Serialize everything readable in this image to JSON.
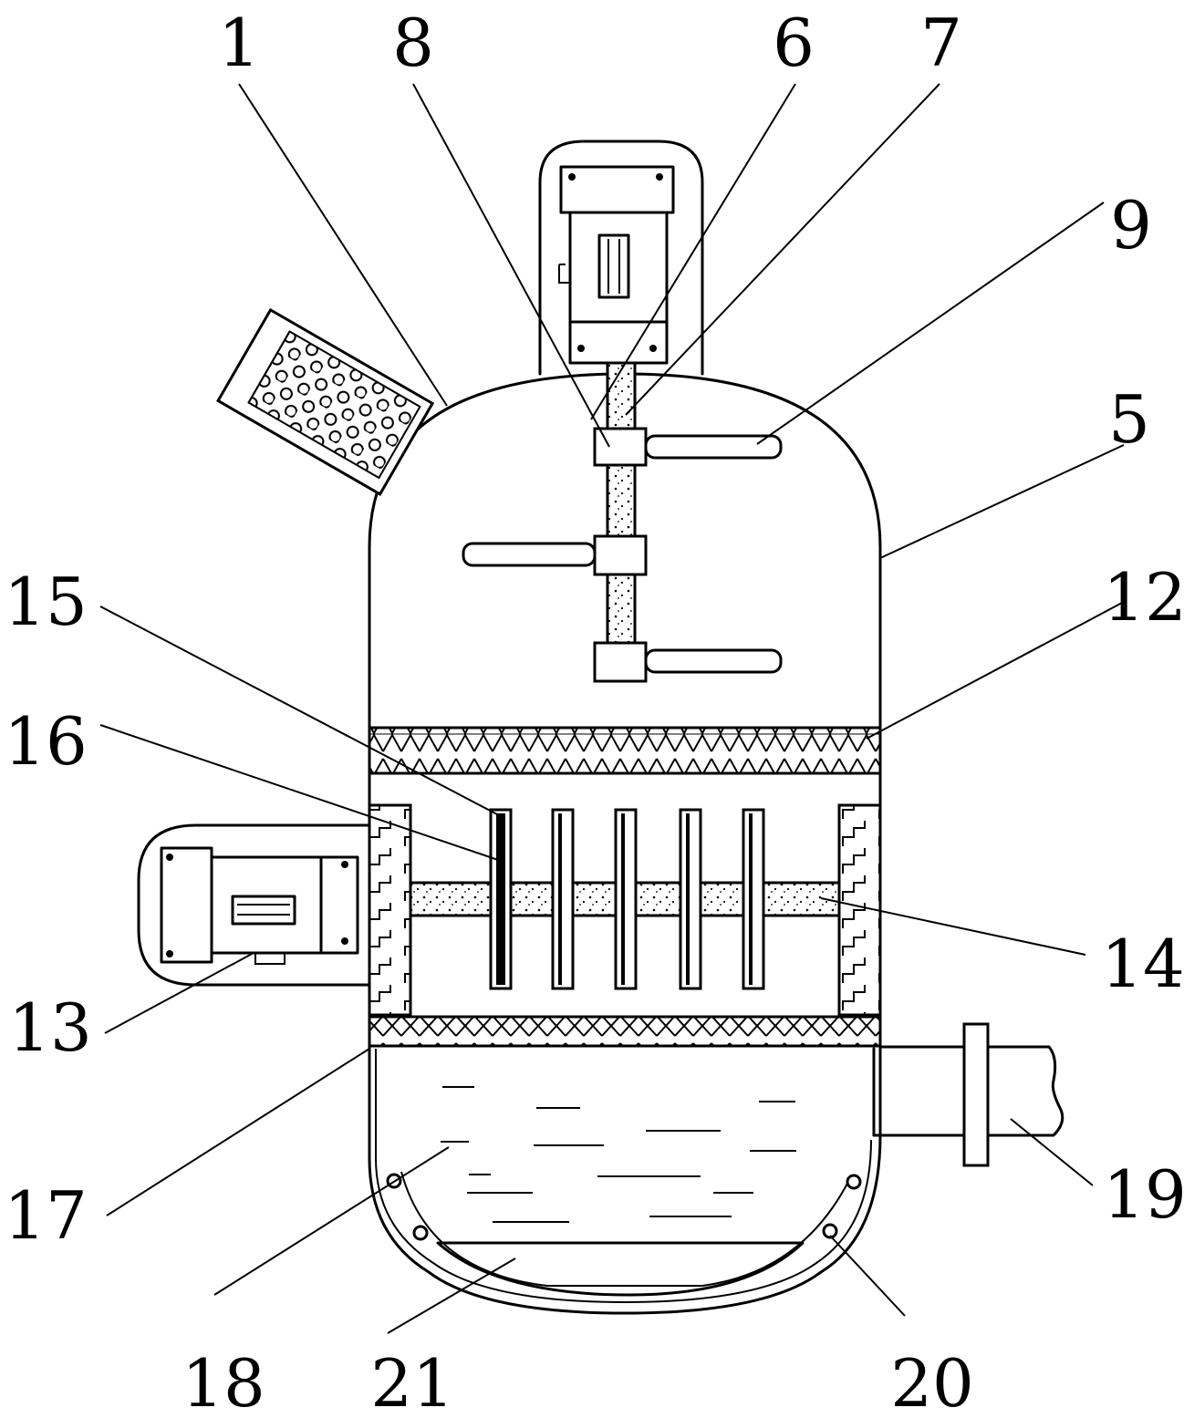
{
  "diagram": {
    "labels": [
      "1",
      "5",
      "6",
      "7",
      "8",
      "9",
      "12",
      "13",
      "14",
      "15",
      "16",
      "17",
      "18",
      "19",
      "20",
      "21"
    ]
  }
}
